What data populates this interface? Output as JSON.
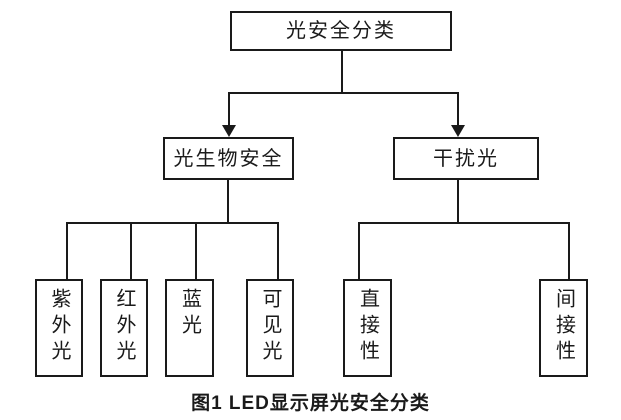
{
  "diagram": {
    "root": {
      "label": "光安全分类"
    },
    "level2": [
      {
        "label": "光生物安全"
      },
      {
        "label": "干扰光"
      }
    ],
    "leaves": [
      {
        "label": "紫外光"
      },
      {
        "label": "红外光"
      },
      {
        "label": "蓝光"
      },
      {
        "label": "可见光"
      },
      {
        "label": "直接性"
      },
      {
        "label": "间接性"
      }
    ],
    "caption": "图1 LED显示屏光安全分类",
    "colors": {
      "line": "#1a1a1a",
      "background": "#ffffff",
      "text": "#1a1a1a"
    }
  }
}
